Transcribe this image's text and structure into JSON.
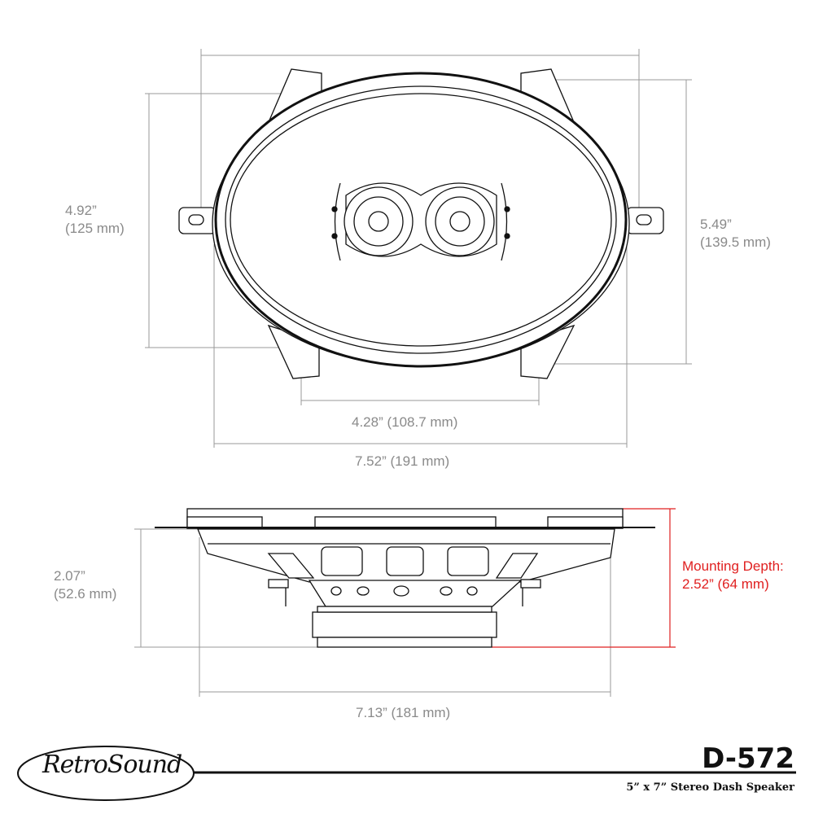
{
  "top_view": {
    "overall_width": "7.52” (191 mm)",
    "inner_width": "4.28” (108.7 mm)",
    "height_inner_line1": "4.92”",
    "height_inner_line2": "(125 mm)",
    "height_outer_line1": "5.49”",
    "height_outer_line2": "(139.5 mm)"
  },
  "side_view": {
    "depth_line1": "2.07”",
    "depth_line2": "(52.6 mm)",
    "basket_width": "7.13” (181 mm)",
    "mounting_line1": "Mounting Depth:",
    "mounting_line2": "2.52” (64 mm)"
  },
  "footer": {
    "logo": "RetroSound",
    "model": "D-572",
    "subtitle": "5” x 7” Stereo Dash Speaker"
  },
  "colors": {
    "dimension": "#8a8a8a",
    "highlight": "#e02020",
    "line": "#111111"
  }
}
